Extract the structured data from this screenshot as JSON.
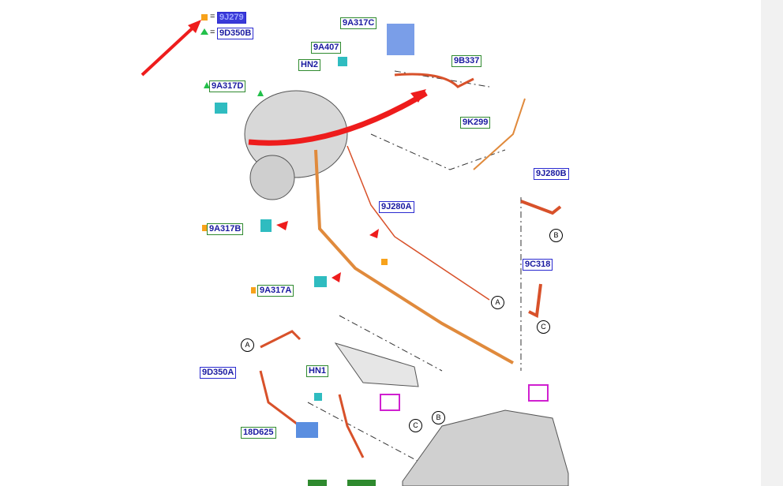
{
  "legend": [
    {
      "symbol": "orange-square",
      "label": "9J279",
      "selected": true
    },
    {
      "symbol": "green-triangle",
      "label": "9D350B"
    }
  ],
  "labels": {
    "9A317C": "9A317C",
    "9A407": "9A407",
    "HN2": "HN2",
    "9B337": "9B337",
    "9A317D": "9A317D",
    "9K299": "9K299",
    "9J280B": "9J280B",
    "9J280A": "9J280A",
    "9A317B": "9A317B",
    "9C318": "9C318",
    "9A317A": "9A317A",
    "9D350A": "9D350A",
    "HN1": "HN1",
    "18D625": "18D625"
  },
  "callouts": {
    "a": "A",
    "b": "B",
    "c": "C"
  },
  "eq": "=",
  "colors": {
    "harness": "#e08a3c",
    "tube": "#d8512a",
    "arrow": "#ee1c1c",
    "connector": "#2fbcc0",
    "link": "#d020d0"
  }
}
